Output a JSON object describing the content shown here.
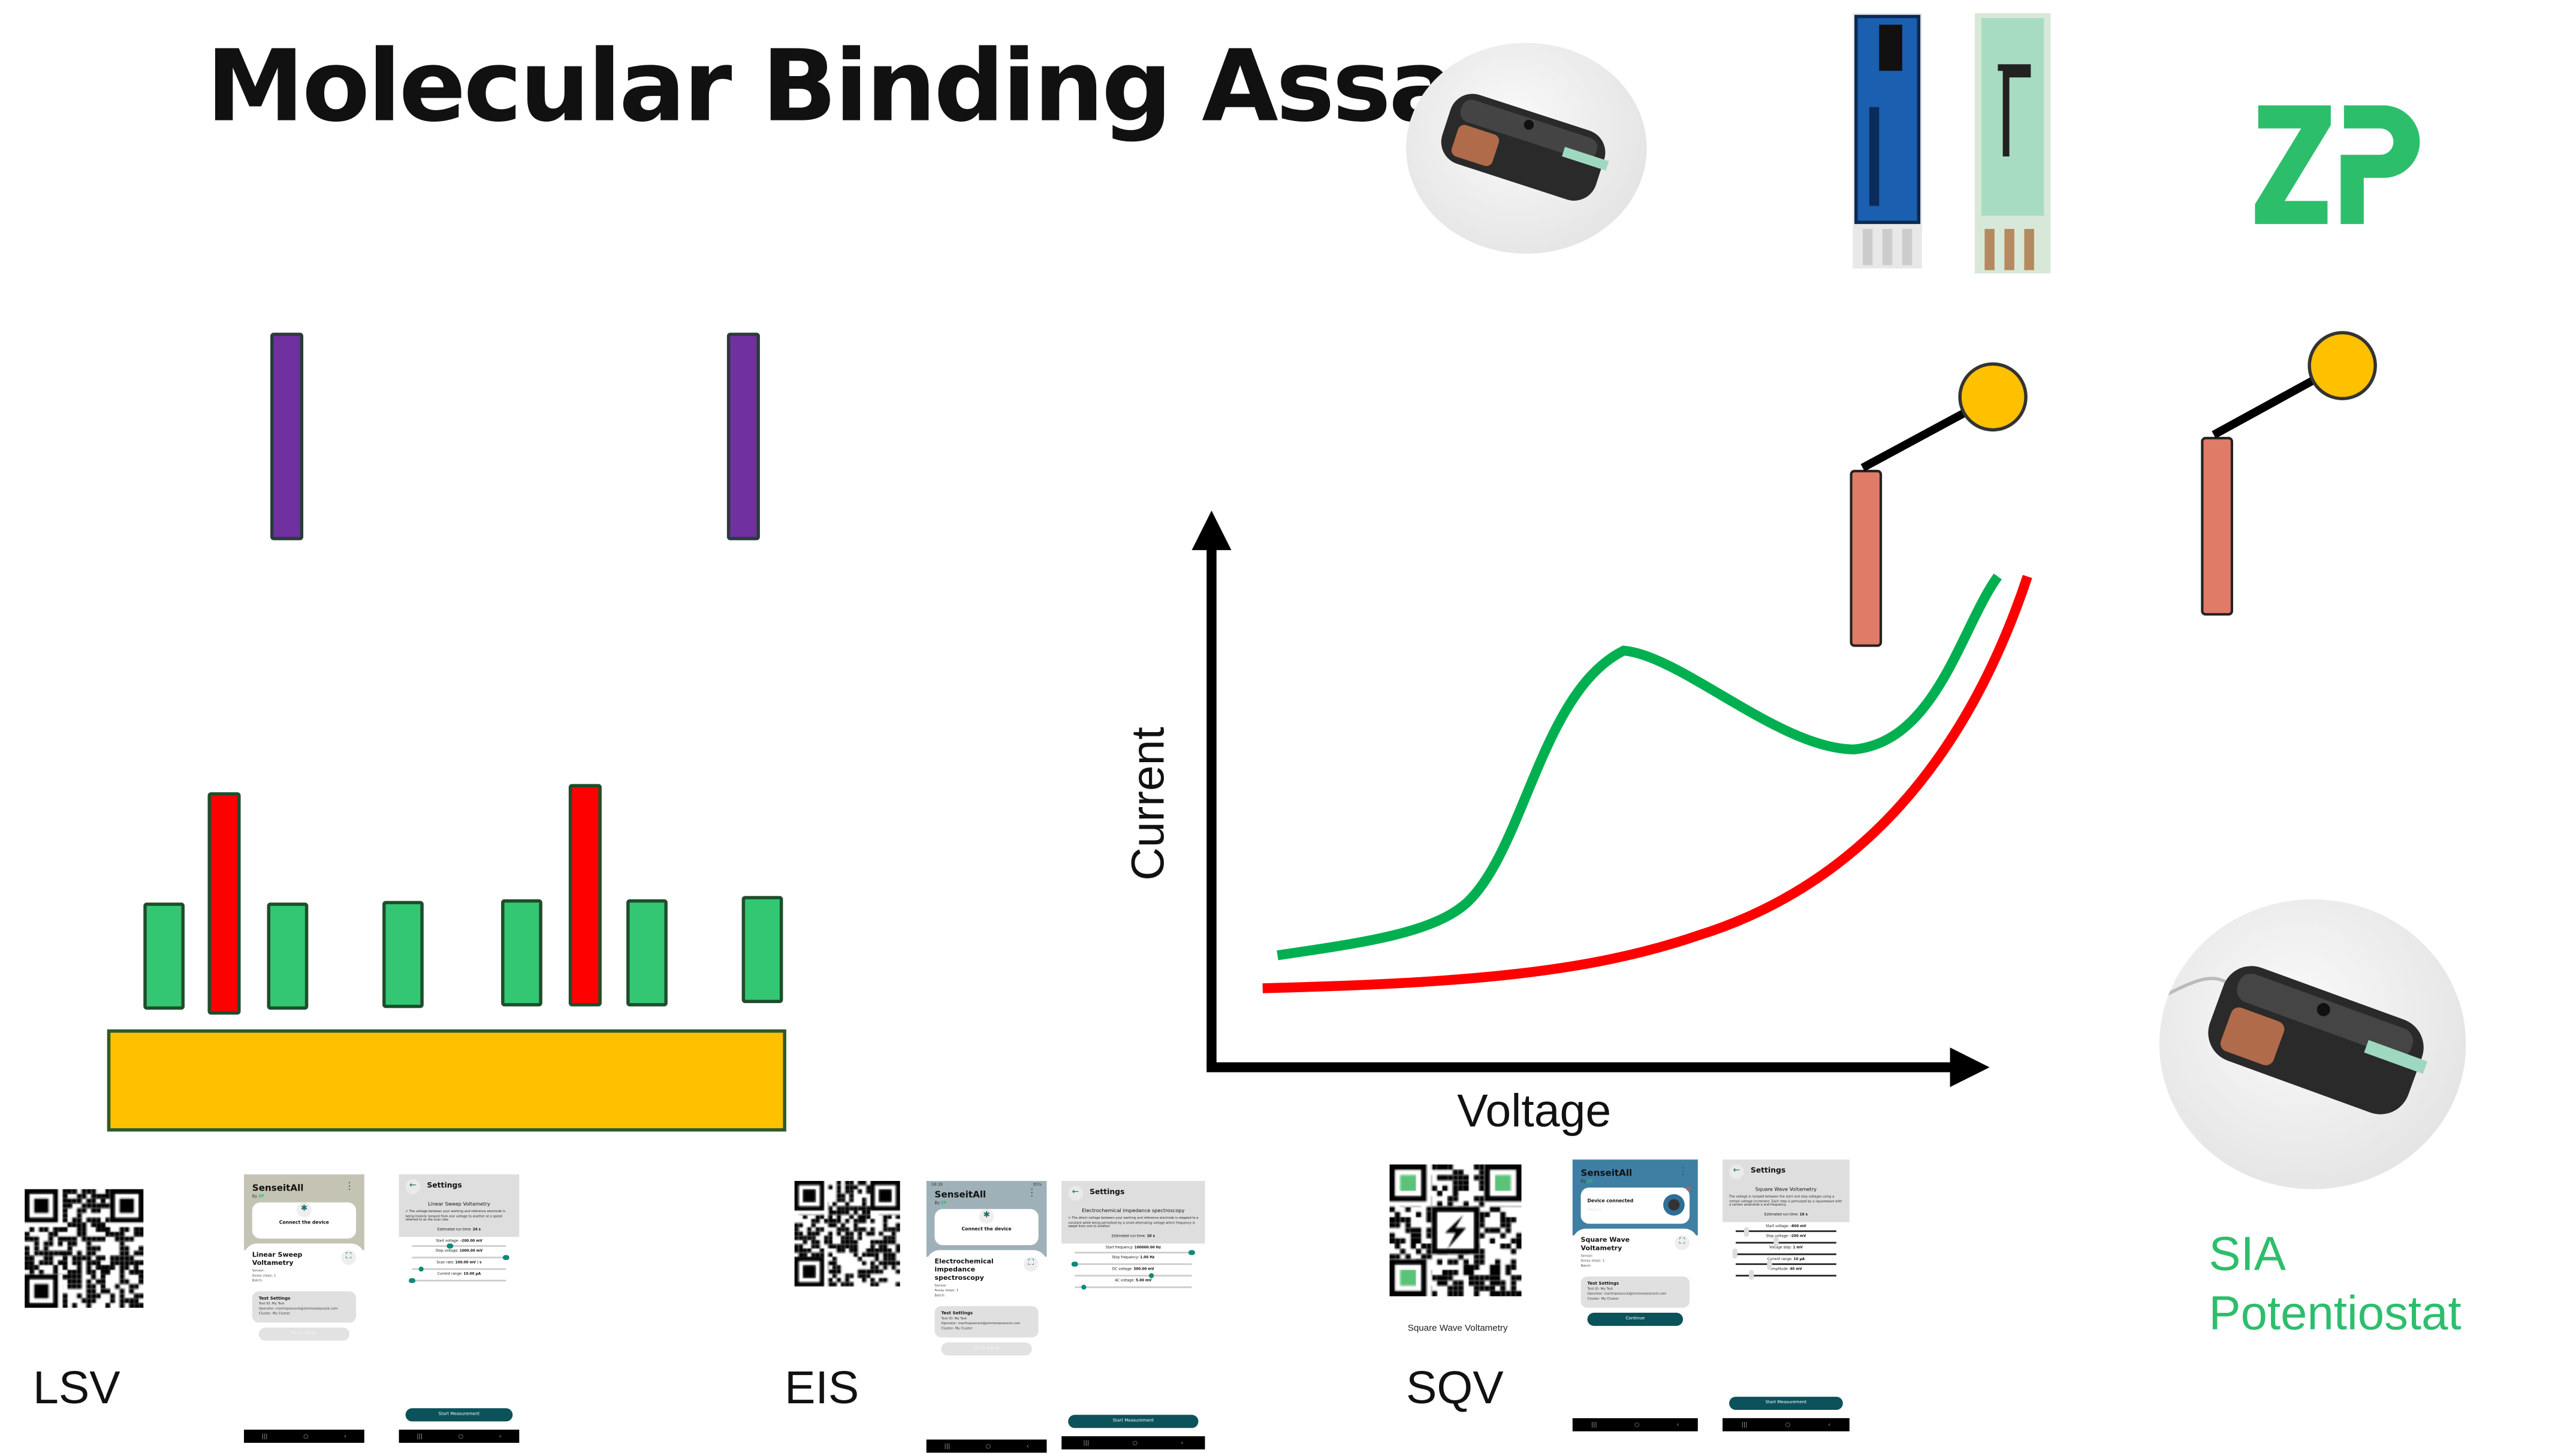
{
  "title": "Molecular Binding Assay",
  "brand": {
    "logo_text": "ZP",
    "color": "#2DBE6C"
  },
  "device_label": [
    "SIA",
    "Potentiostat"
  ],
  "diagram": {
    "y_axis_label": "Current",
    "x_axis_label": "Voltage",
    "curve_colors": {
      "bound": "#00B050",
      "unbound": "#FF0000"
    },
    "bar_colors": {
      "probe": "#33C773",
      "target": "#FF0000",
      "free": "#7030A0",
      "surface": "#FFC000",
      "electrode": "#E07B67",
      "label": "#FFC000"
    }
  },
  "methods": [
    {
      "label": "LSV"
    },
    {
      "label": "EIS"
    },
    {
      "label": "SQV",
      "qr_caption": "Square Wave Voltametry"
    }
  ],
  "phones": {
    "lsv_main": {
      "status_left": "",
      "status_right": "",
      "header_color": "#C5C4B4",
      "app": "SenseitAll",
      "by": "By",
      "by_logo": "ZP",
      "card": "Connect the device",
      "card_sub": "",
      "method": "Linear Sweep Voltametry",
      "sensor": "Sensor:",
      "steps": "Assay steps: 1",
      "batch": "Batch:",
      "ts_title": "Test Settings",
      "ts_lines": [
        "Test ID: My Test",
        "Operator: martinpeacock@zimmerpeacock.com",
        "Cluster: My Cluster"
      ],
      "button": "Go to assay",
      "button_enabled": false
    },
    "eis_main": {
      "status_left": "08:39",
      "status_right": "95%",
      "header_color": "#9EB0B8",
      "app": "SenseitAll",
      "by": "By",
      "by_logo": "ZP",
      "card": "Connect the device",
      "card_sub": "",
      "method": "Electrochemical impedance spectroscopy",
      "sensor": "Sensor:",
      "steps": "Assay steps: 1",
      "batch": "Batch:",
      "ts_title": "Test Settings",
      "ts_lines": [
        "Test ID: My Test",
        "Operator: martinpeacock@zimmerpeacock.com",
        "Cluster: My Cluster"
      ],
      "button": "Go to assay",
      "button_enabled": false
    },
    "sqv_main": {
      "status_left": "",
      "status_right": "",
      "header_color": "#3F7FA3",
      "app": "SenseitAll",
      "by": "By",
      "by_logo": "ZP",
      "card": "Device connected",
      "card_sub": "SIA2017",
      "method": "Square Wave Voltametry",
      "sensor": "Sensor:",
      "steps": "Assay steps: 1",
      "batch": "Batch:",
      "ts_title": "Test Settings",
      "ts_lines": [
        "Test ID: My Test",
        "Operator: martinpeacock@zimmerpeacock.com",
        "Cluster: My Cluster"
      ],
      "button": "Continue",
      "button_enabled": true
    },
    "lsv_settings": {
      "title": "Settings",
      "method": "Linear Sweep Voltametry",
      "desc": "> The voltage between your working and reference electrode is being linearly ramped from one voltage to another at a speed referred to as the scan rate",
      "run_label": "Estimated run time:",
      "run_value": "24 s",
      "sliders": [
        {
          "label": "Start voltage:",
          "value": "-200.00 mV",
          "level": 0.4
        },
        {
          "label": "Stop voltage:",
          "value": "1000.00 mV",
          "level": 1.0
        },
        {
          "label": "Scan rate:",
          "value": "100.00 mV / s",
          "level": 0.09
        },
        {
          "label": "Current range:",
          "value": "10.00 µA",
          "level": 0.0
        }
      ],
      "button": "Start Measurement"
    },
    "eis_settings": {
      "title": "Settings",
      "method": "Electrochemical impedance spectroscopy",
      "desc": "> The direct voltage between your working and reference electrode is stepped to a constant while being perturbed by a small alternating voltage which frequency is swept from one to another.",
      "run_label": "Estimated run time:",
      "run_value": "10 s",
      "sliders": [
        {
          "label": "Start frequency:",
          "value": "100000.00 Hz",
          "level": 1.0
        },
        {
          "label": "Stop frequency:",
          "value": "1.00 Hz",
          "level": 0.0
        },
        {
          "label": "DC voltage:",
          "value": "300.00 mV",
          "level": 0.65
        },
        {
          "label": "AC voltage:",
          "value": "5.00 mV",
          "level": 0.08
        }
      ],
      "button": "Start Measurement"
    },
    "sqv_settings": {
      "title": "Settings",
      "method": "Square Wave Voltametry",
      "desc": "The voltage is ramped between the start and stop voltages using a certain voltage increment. Each step is perturped by a squarewave with a certain amplutide a and frequency.",
      "run_label": "Estimated run time:",
      "run_value": "10 s",
      "sliders": [
        {
          "label": "Start voltage:",
          "value": "-800 mV",
          "level": 0.1
        },
        {
          "label": "Stop voltage:",
          "value": "-200 mV",
          "level": 0.4
        },
        {
          "label": "Voltage step:",
          "value": "1 mV",
          "level": 0.0
        },
        {
          "label": "Current range:",
          "value": "10 µA",
          "level": 0.33
        },
        {
          "label": "Amplitude:",
          "value": "40 mV",
          "level": 0.15
        }
      ],
      "button": "Start Measurement"
    }
  }
}
